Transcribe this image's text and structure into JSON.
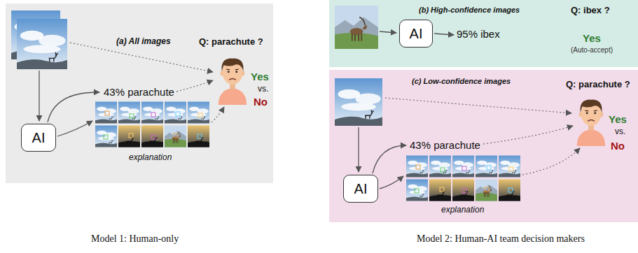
{
  "diagram": {
    "nodes": [
      {
        "text": [
          "(a) All images"
        ]
      },
      {
        "text": [
          "AI"
        ],
        "in": 0
      },
      {
        "text": [
          "(b) High-confidence images"
        ]
      },
      {
        "text": [
          "AI"
        ],
        "in": 2
      },
      {
        "text": [
          "(c) Low-confidence images"
        ]
      },
      {
        "text": [
          "AI"
        ],
        "in": 4
      }
    ],
    "labels": [
      "Q: parachute ?",
      "43% parachute",
      "explanation",
      "Yes",
      "vs.",
      "No",
      "Q: ibex ?",
      "95% ibex",
      "Yes",
      "(Auto-accept)",
      "Q: parachute ?",
      "43% parachute",
      "Yes",
      "vs.",
      "No",
      "explanation",
      "Model 1: Human-only",
      "Model 2: Human-AI team decision makers"
    ]
  }
}
